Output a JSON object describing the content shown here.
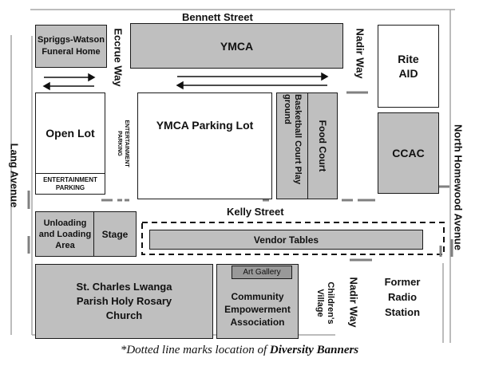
{
  "streets": {
    "bennett": "Bennett Street",
    "kelly": "Kelly Street",
    "lang": "Lang Avenue",
    "north_homewood": "North Homewood Avenue",
    "eccrue": "Eccrue Way",
    "nadir_top": "Nadir Way",
    "nadir_bottom": "Nadir Way"
  },
  "blocks": {
    "spriggs": "Spriggs-Watson Funeral Home",
    "ymca": "YMCA",
    "rite_aid": "Rite AID",
    "open_lot": "Open Lot",
    "entertainment_parking_left": "ENTERTAINMENT PARKING",
    "entertainment_parking_mid": "ENTERTAINMENT PARKING",
    "ymca_parking": "YMCA Parking Lot",
    "basketball": "Basketball Court Play ground",
    "food_court": "Food Court",
    "ccac": "CCAC",
    "unloading": "Unloading and Loading Area",
    "stage": "Stage",
    "vendor": "Vendor Tables",
    "church": "St. Charles Lwanga Parish Holy Rosary Church",
    "art_gallery": "Art Gallery",
    "community": "Community Empowerment Association",
    "childrens_village": "Children's Village",
    "radio": "Former Radio Station"
  },
  "caption": {
    "prefix": "*Dotted line marks location of ",
    "emphasis": "Diversity Banners"
  },
  "colors": {
    "block_gray": "#bfbfbf",
    "outline": "#1a1a1a",
    "road_edge": "#a6a6a6",
    "marker_gray": "#808080"
  }
}
